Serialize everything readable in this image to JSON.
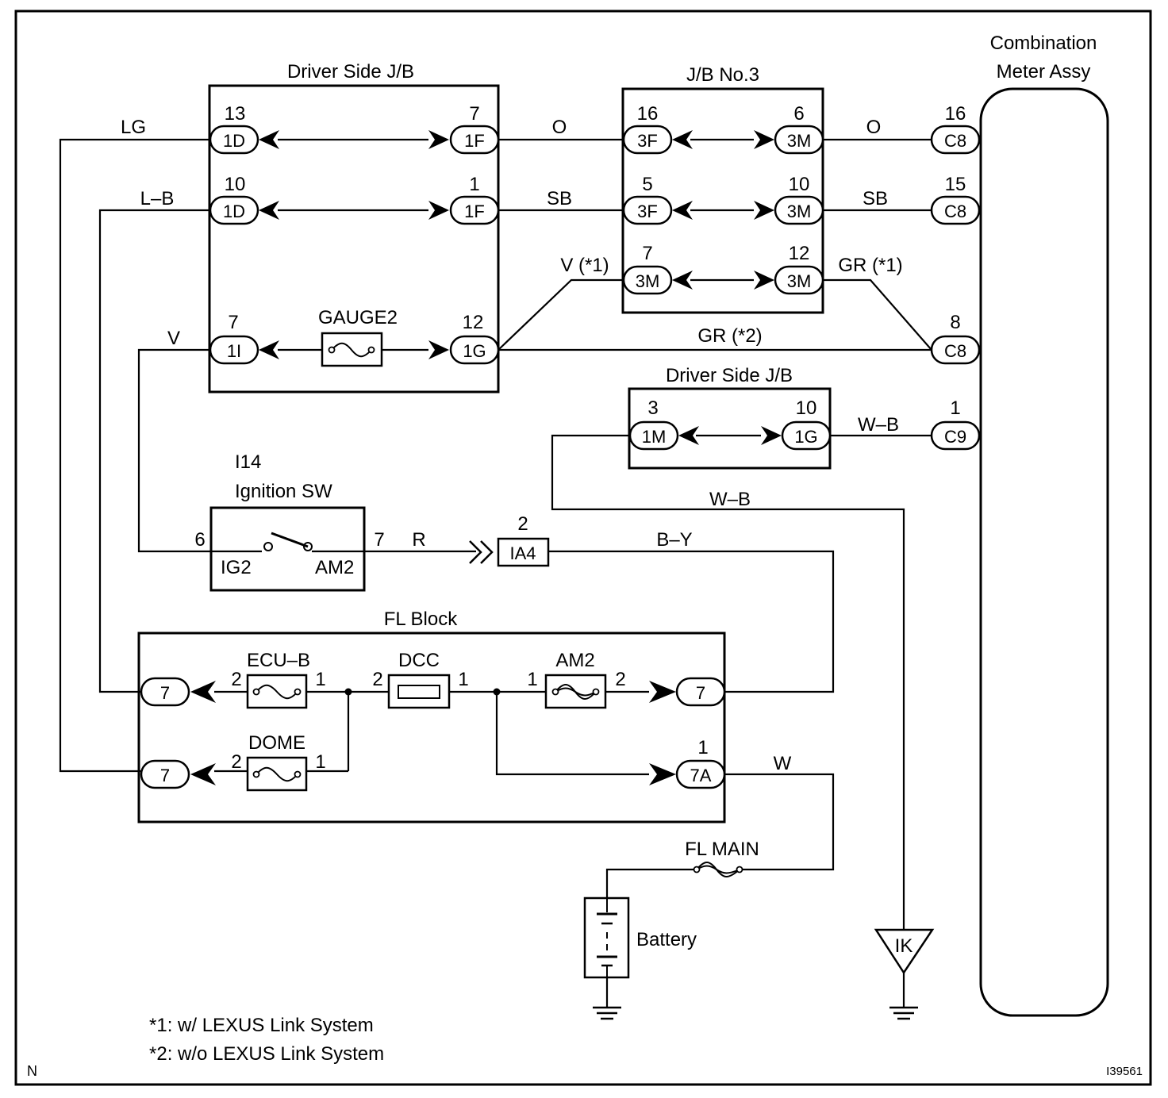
{
  "labels": {
    "combination_meter_l1": "Combination",
    "combination_meter_l2": "Meter Assy",
    "driver_jb_top": "Driver Side J/B",
    "jb3": "J/B No.3",
    "driver_jb_bottom": "Driver Side J/B",
    "ignition_code": "I14",
    "ignition_name": "Ignition SW",
    "fl_block": "FL Block",
    "gauge2": "GAUGE2",
    "ecu_b": "ECU–B",
    "dcc": "DCC",
    "am2_fuse": "AM2",
    "dome": "DOME",
    "fl_main": "FL MAIN",
    "battery": "Battery",
    "ground_ik": "IK",
    "ig2": "IG2",
    "am2_sw": "AM2",
    "note1": "*1: w/ LEXUS Link System",
    "note2": "*2: w/o LEXUS Link System",
    "corner_n": "N",
    "figure_id": "I39561"
  },
  "wires": {
    "lg": "LG",
    "lb": "L–B",
    "v": "V",
    "o": "O",
    "sb": "SB",
    "v1": "V (*1)",
    "gr1": "GR (*1)",
    "gr2": "GR (*2)",
    "wb_right": "W–B",
    "wb_below": "W–B",
    "r": "R",
    "by": "B–Y",
    "w": "W"
  },
  "connectors": {
    "c_1d_a": "1D",
    "c_1f_a": "1F",
    "c_1d_b": "1D",
    "c_1f_b": "1F",
    "c_1i": "1I",
    "c_1g": "1G",
    "c_3f_a": "3F",
    "c_3m_a": "3M",
    "c_3f_b": "3F",
    "c_3m_b": "3M",
    "c_3m_c": "3M",
    "c_3m_d": "3M",
    "c_1m": "1M",
    "c_1g_b": "1G",
    "c_c8_16": "C8",
    "c_c8_15": "C8",
    "c_c8_8": "C8",
    "c_c9": "C9",
    "c_ia4": "IA4",
    "c_fl7_a": "7",
    "c_fl7_b": "7",
    "c_fl7_c": "7",
    "c_7a": "7A"
  },
  "pins": {
    "p_1d_a": "13",
    "p_1f_a": "7",
    "p_1d_b": "10",
    "p_1f_b": "1",
    "p_1i": "7",
    "p_1g": "12",
    "p_3f_a": "16",
    "p_3m_a": "6",
    "p_3f_b": "5",
    "p_3m_b": "10",
    "p_3m_c": "7",
    "p_3m_d": "12",
    "p_1m": "3",
    "p_1g_b": "10",
    "p_c8_16": "16",
    "p_c8_15": "15",
    "p_c8_8": "8",
    "p_c9": "1",
    "p_ia4": "2",
    "p_sw6": "6",
    "p_sw7": "7",
    "p_ecub_2": "2",
    "p_ecub_1": "1",
    "p_dcc_2": "2",
    "p_dcc_1": "1",
    "p_am2_1": "1",
    "p_am2_2": "2",
    "p_dome_2": "2",
    "p_dome_1": "1",
    "p_7a": "1"
  }
}
